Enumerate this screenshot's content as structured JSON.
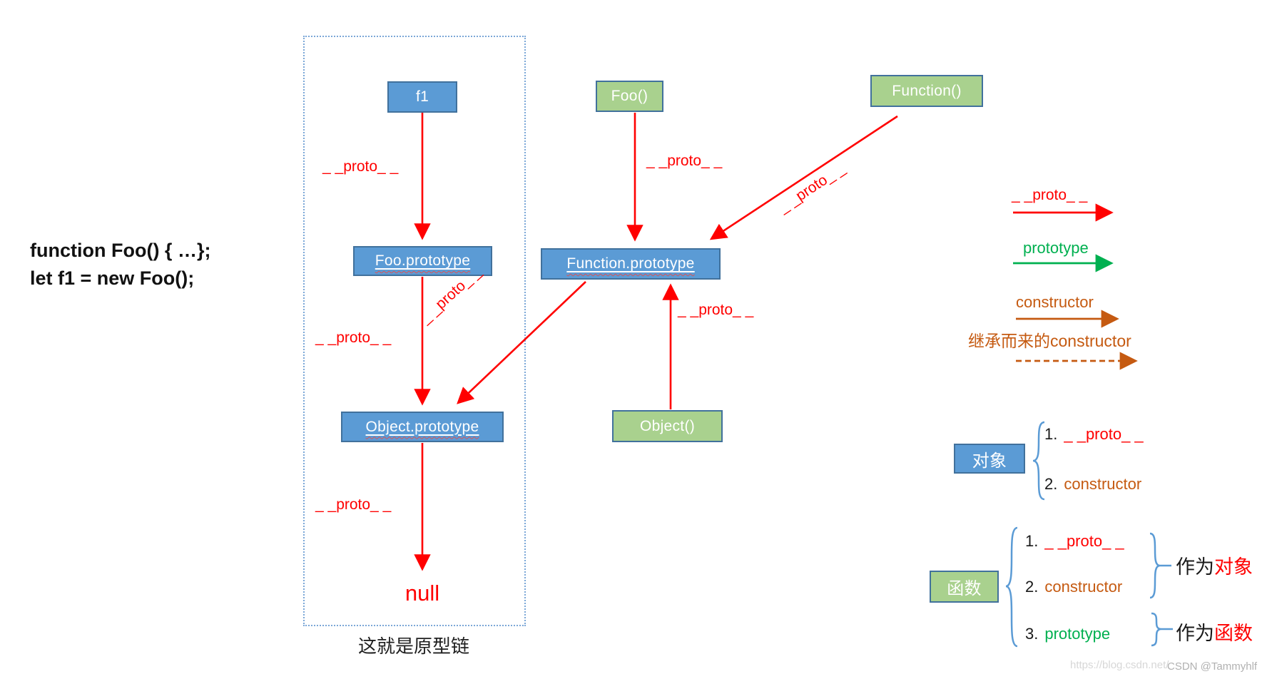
{
  "code": {
    "line1": "function Foo() { …};",
    "line2": "let f1 = new Foo();"
  },
  "nodes": {
    "f1": "f1",
    "foo": "Foo()",
    "function": "Function()",
    "object": "Object()",
    "foo_prototype": "Foo.prototype",
    "function_prototype": "Function.prototype",
    "object_prototype": "Object.prototype"
  },
  "edge_label": "_ _proto_ _",
  "null_label": "null",
  "caption": "这就是原型链",
  "legend": {
    "proto": "_ _proto_ _",
    "prototype": "prototype",
    "constructor": "constructor",
    "inherited_constructor": "继承而来的constructor"
  },
  "object_section": {
    "title": "对象",
    "items": [
      {
        "num": "1.",
        "label": "_ _proto_ _"
      },
      {
        "num": "2.",
        "label": "constructor"
      }
    ]
  },
  "function_section": {
    "title": "函数",
    "items": [
      {
        "num": "1.",
        "label": "_ _proto_ _"
      },
      {
        "num": "2.",
        "label": "constructor"
      },
      {
        "num": "3.",
        "label": "prototype"
      }
    ],
    "as_object": {
      "prefix": "作为",
      "term": "对象"
    },
    "as_function": {
      "prefix": "作为",
      "term": "函数"
    }
  },
  "watermark": {
    "url": "https://blog.csdn.net/",
    "handle": "CSDN @Tammyhlf"
  },
  "colors": {
    "proto_red": "#FF0000",
    "prototype_green": "#00B050",
    "constructor_orange": "#C55A11",
    "box_blue_fill": "#5B9BD5",
    "box_green_fill": "#A9D18E",
    "box_border": "#41719C",
    "brace_blue": "#5B9BD5",
    "dotted_border": "#7BA7D7"
  }
}
